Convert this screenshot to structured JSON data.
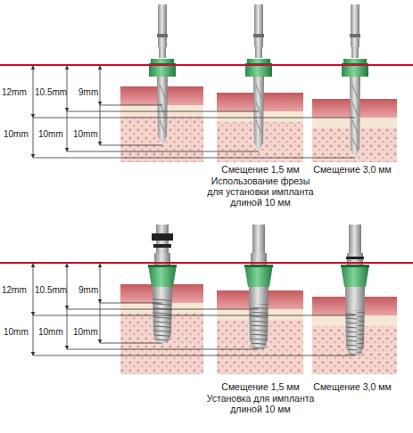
{
  "diagram": {
    "labels": [
      "12mm",
      "10.5mm",
      "9mm",
      "10mm",
      "10mm",
      "10mm",
      "Смещение 1,5 мм",
      "Использование фрезы для установки импланта длиной 10 мм",
      "Смещение 3,0 мм",
      "12mm",
      "10.5mm",
      "9mm",
      "10mm",
      "10mm",
      "10mm",
      "Смещение 1,5 мм",
      "Установка для импланта длиной 10 мм",
      "Смещение 3,0 мм"
    ]
  }
}
